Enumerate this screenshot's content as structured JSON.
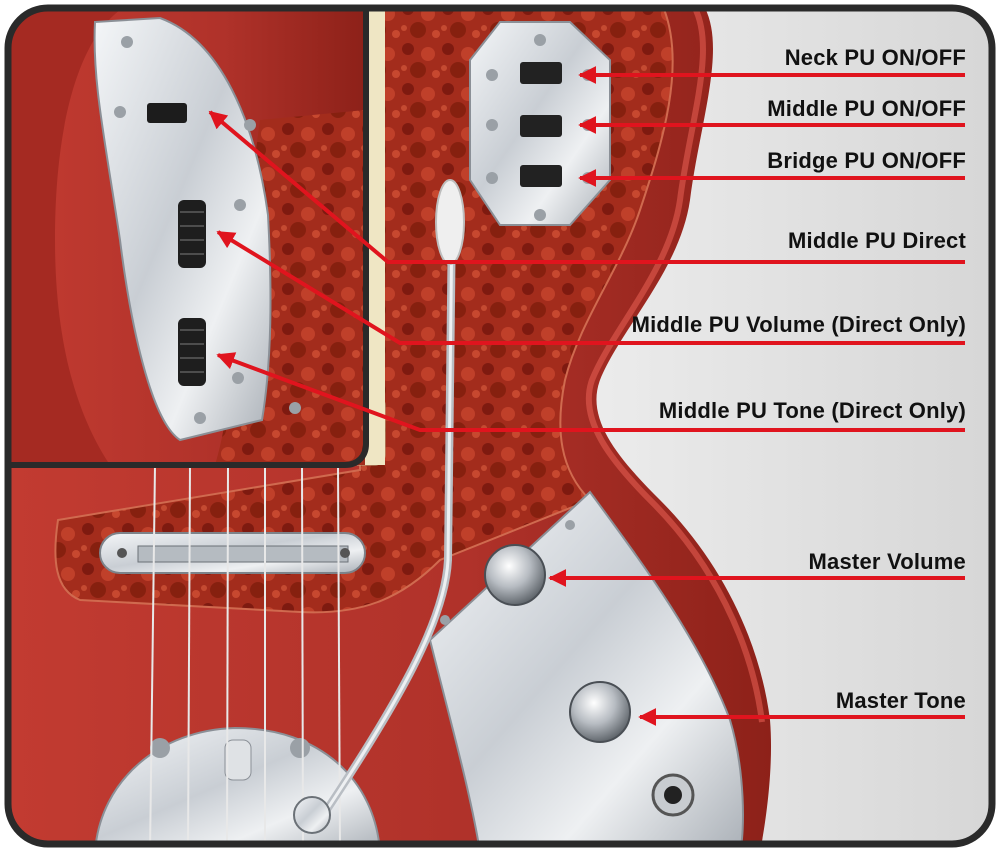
{
  "labels": {
    "neck_pu_onoff": "Neck PU ON/OFF",
    "middle_pu_onoff": "Middle PU ON/OFF",
    "bridge_pu_onoff": "Bridge PU ON/OFF",
    "middle_pu_direct": "Middle PU Direct",
    "middle_pu_volume": "Middle PU Volume (Direct Only)",
    "middle_pu_tone": "Middle PU Tone (Direct Only)",
    "master_volume": "Master Volume",
    "master_tone": "Master Tone"
  },
  "colors": {
    "body_red": "#b8352c",
    "body_red_dark": "#8e2219",
    "pickguard_tort": "#a7301f",
    "chrome": "#d9dde2",
    "arrow_red": "#e0141e",
    "frame": "#2a2a2a",
    "cream": "#efe6c4",
    "background_grey": "#dcdcdc"
  }
}
